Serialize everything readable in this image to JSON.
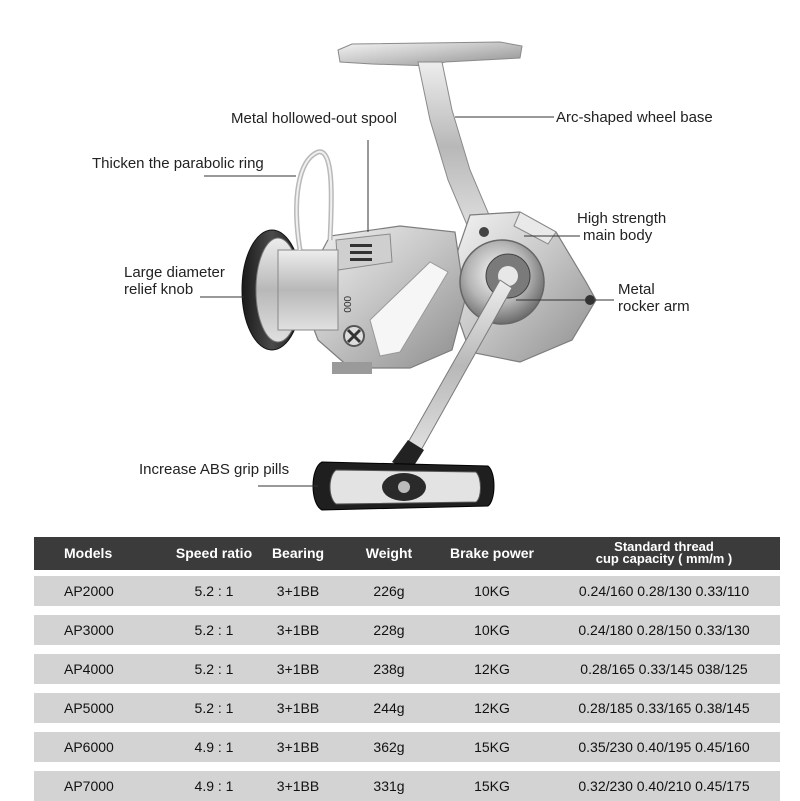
{
  "callouts": {
    "spool": "Metal hollowed-out spool",
    "wheel_base": "Arc-shaped wheel base",
    "parabolic_ring": "Thicken the parabolic ring",
    "main_body": [
      "High strength",
      "main body"
    ],
    "relief_knob": [
      "Large diameter",
      "relief knob"
    ],
    "rocker_arm": [
      "Metal",
      "rocker arm"
    ],
    "grip": "Increase ABS grip pills"
  },
  "spool_marking": "000",
  "table": {
    "headers": {
      "models": "Models",
      "speed_ratio": "Speed ratio",
      "bearing": "Bearing",
      "weight": "Weight",
      "brake_power": "Brake power",
      "capacity_line1": "Standard thread",
      "capacity_line2": "cup capacity ( mm/m )"
    },
    "rows": [
      {
        "model": "AP2000",
        "ratio": "5.2 : 1",
        "bearing": "3+1BB",
        "weight": "226g",
        "brake": "10KG",
        "capacity": "0.24/160 0.28/130 0.33/110"
      },
      {
        "model": "AP3000",
        "ratio": "5.2 : 1",
        "bearing": "3+1BB",
        "weight": "228g",
        "brake": "10KG",
        "capacity": "0.24/180 0.28/150 0.33/130"
      },
      {
        "model": "AP4000",
        "ratio": "5.2 : 1",
        "bearing": "3+1BB",
        "weight": "238g",
        "brake": "12KG",
        "capacity": "0.28/165 0.33/145 038/125"
      },
      {
        "model": "AP5000",
        "ratio": "5.2 : 1",
        "bearing": "3+1BB",
        "weight": "244g",
        "brake": "12KG",
        "capacity": "0.28/185 0.33/165 0.38/145"
      },
      {
        "model": "AP6000",
        "ratio": "4.9 : 1",
        "bearing": "3+1BB",
        "weight": "362g",
        "brake": "15KG",
        "capacity": "0.35/230 0.40/195 0.45/160"
      },
      {
        "model": "AP7000",
        "ratio": "4.9 : 1",
        "bearing": "3+1BB",
        "weight": "331g",
        "brake": "15KG",
        "capacity": "0.32/230 0.40/210 0.45/175"
      }
    ]
  }
}
